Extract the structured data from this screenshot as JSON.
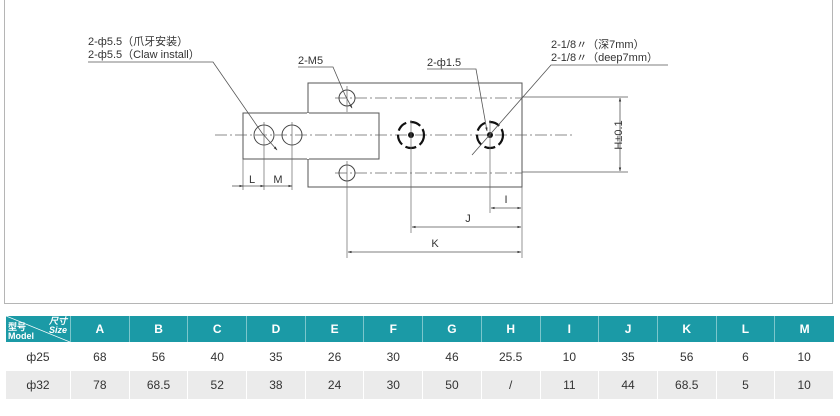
{
  "drawing": {
    "callouts": {
      "claw_hole_cn": "2-ф5.5（爪牙安装）",
      "claw_hole_en": "2-ф5.5（Claw install）",
      "thread": "2-M5",
      "pin_hole": "2-ф1.5",
      "port_cn": "2-1/8〃（深7mm）",
      "port_en": "2-1/8〃（deep7mm）"
    },
    "dimensions": {
      "L": "L",
      "M": "M",
      "I": "I",
      "J": "J",
      "K": "K",
      "H": "H±0.1"
    }
  },
  "table": {
    "corner": {
      "size_cn": "尺寸",
      "size_en": "Size",
      "model_cn": "型号",
      "model_en": "Model"
    },
    "columns": [
      "A",
      "B",
      "C",
      "D",
      "E",
      "F",
      "G",
      "H",
      "I",
      "J",
      "K",
      "L",
      "M"
    ],
    "rows": [
      {
        "model": "ф25",
        "values": [
          "68",
          "56",
          "40",
          "35",
          "26",
          "30",
          "46",
          "25.5",
          "10",
          "35",
          "56",
          "6",
          "10"
        ]
      },
      {
        "model": "ф32",
        "values": [
          "78",
          "68.5",
          "52",
          "38",
          "24",
          "30",
          "50",
          "/",
          "11",
          "44",
          "68.5",
          "5",
          "10"
        ]
      }
    ],
    "colors": {
      "header_bg": "#1b9aa6",
      "alt_row_bg": "#ebebeb"
    }
  }
}
